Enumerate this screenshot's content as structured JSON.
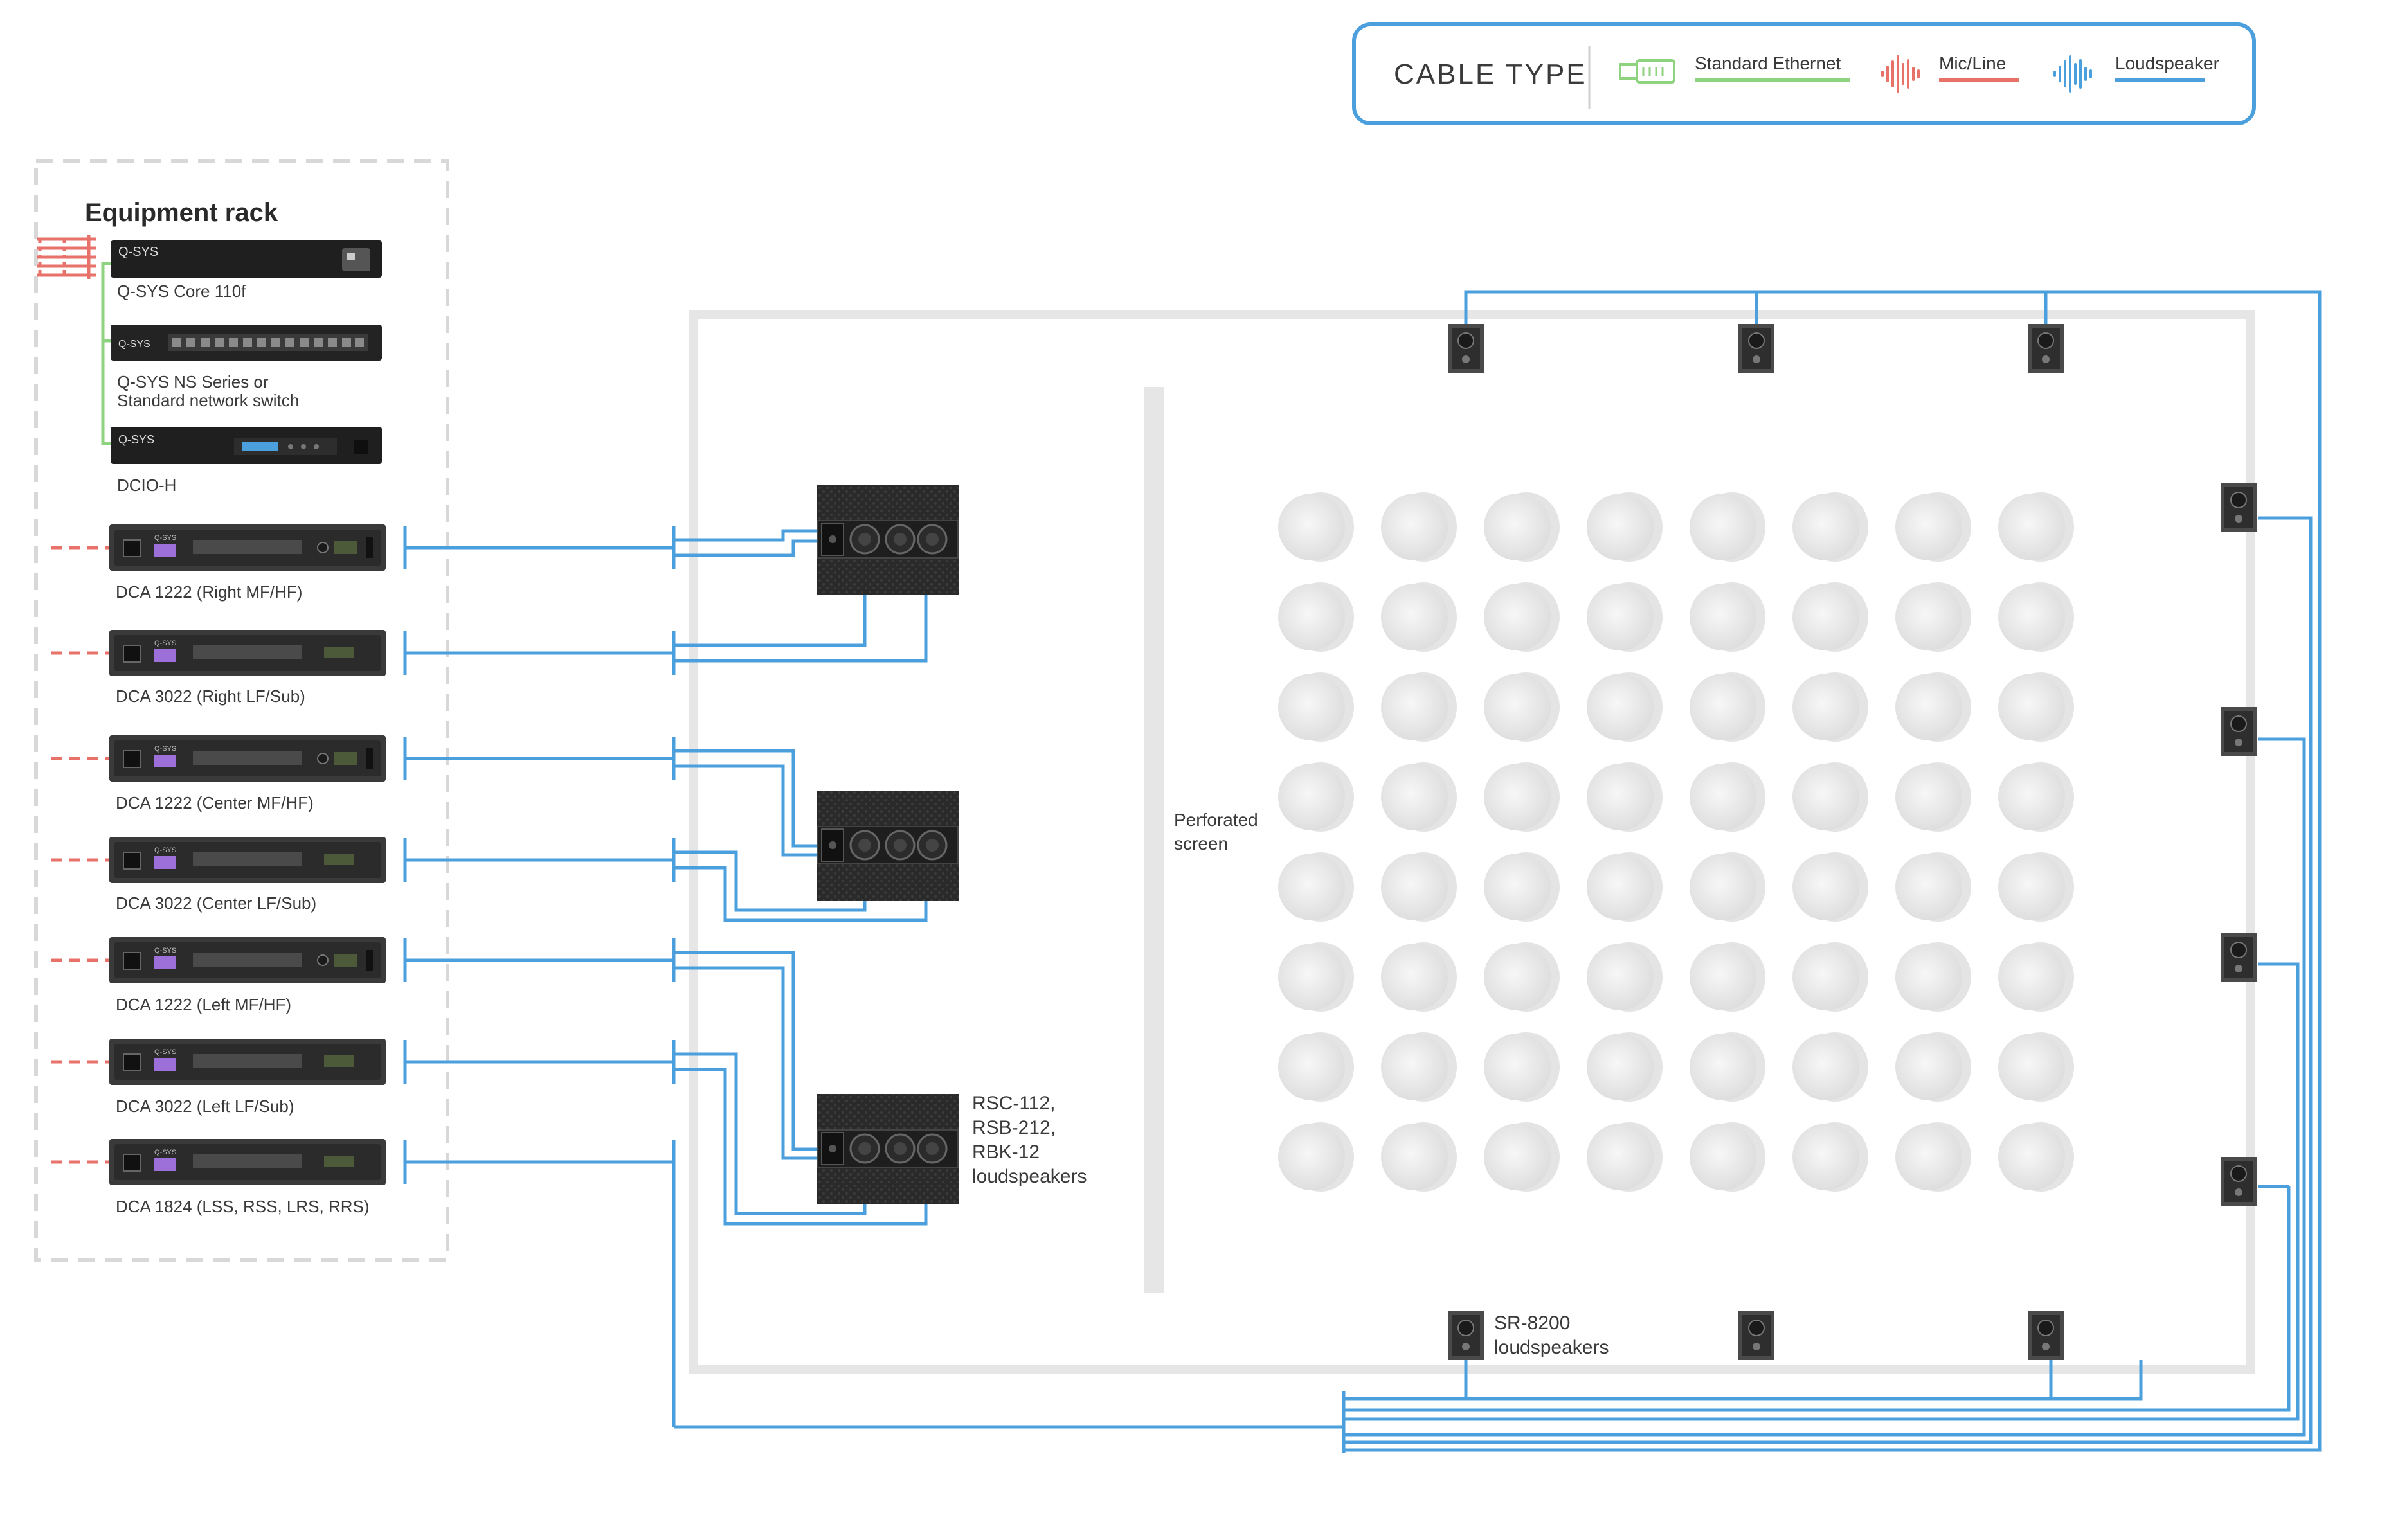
{
  "legend": {
    "title": "CABLE TYPE",
    "items": [
      {
        "label": "Standard Ethernet",
        "color": "#8fd27f",
        "icon": "ethernet-plug-icon"
      },
      {
        "label": "Mic/Line",
        "color": "#e8726a",
        "icon": "waveform-icon"
      },
      {
        "label": "Loudspeaker",
        "color": "#4a9fdc",
        "icon": "waveform-icon"
      }
    ]
  },
  "rack": {
    "title": "Equipment rack",
    "devices": [
      {
        "label": "Q-SYS Core 110f",
        "brand": "Q-SYS"
      },
      {
        "label": "Q-SYS NS Series or",
        "label2": "Standard network switch",
        "brand": "Q-SYS"
      },
      {
        "label": "DCIO-H",
        "brand": "Q-SYS"
      },
      {
        "label": "DCA 1222 (Right MF/HF)",
        "brand": "Q-SYS"
      },
      {
        "label": "DCA 3022 (Right LF/Sub)",
        "brand": "Q-SYS"
      },
      {
        "label": "DCA 1222 (Center MF/HF)",
        "brand": "Q-SYS"
      },
      {
        "label": "DCA 3022 (Center LF/Sub)",
        "brand": "Q-SYS"
      },
      {
        "label": "DCA 1222 (Left MF/HF)",
        "brand": "Q-SYS"
      },
      {
        "label": "DCA 3022 (Left LF/Sub)",
        "brand": "Q-SYS"
      },
      {
        "label": "DCA 1824 (LSS, RSS, LRS, RRS)",
        "brand": "Q-SYS"
      }
    ]
  },
  "theater": {
    "screen_label": [
      "Perforated",
      "screen"
    ],
    "screen_speakers_label": [
      "RSC-112,",
      "RSB-212,",
      "RBK-12",
      "loudspeakers"
    ],
    "surround_label": [
      "SR-8200",
      "loudspeakers"
    ],
    "seat_rows": 8,
    "seat_cols": 8
  },
  "colors": {
    "ethernet": "#8fd27f",
    "mic_line": "#e8726a",
    "speaker": "#4a9fdc",
    "room": "#e6e6e6",
    "rack_border": "#d8d8d8"
  }
}
